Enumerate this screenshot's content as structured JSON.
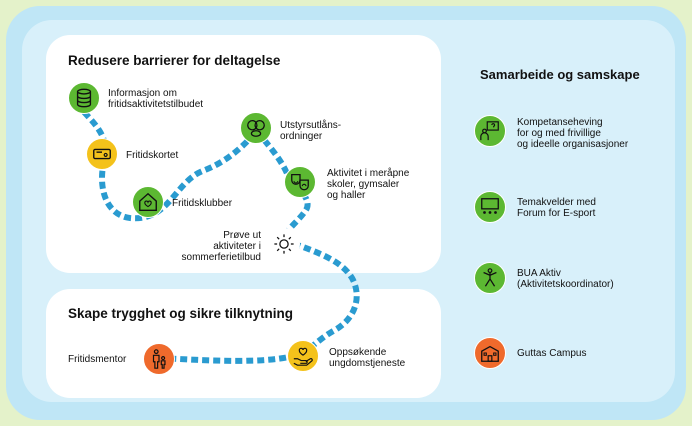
{
  "sections": {
    "barrier_title": "Redusere barrierer for deltagelse",
    "safety_title": "Skape trygghet og sikre tilknytning",
    "collab_title": "Samarbeide og samskape"
  },
  "barrier_items": {
    "info": "Informasjon om\nfritidsaktivitetstilbudet",
    "fritidskortet": "Fritidskortet",
    "fritidsklubber": "Fritidsklubber",
    "utstyr": "Utstyrsutlåns-\nordninger",
    "aktivitet": "Aktivitet i meråpne\nskoler, gymsaler\nog haller",
    "prove": "Prøve ut\naktiviteter i\nsommerferietilbud"
  },
  "safety_items": {
    "mentor": "Fritidsmentor",
    "oppsokende": "Oppsøkende\nungdomstjeneste"
  },
  "collab_items": {
    "kompetanse": "Kompetanseheving\nfor og med frivillige\nog ideelle organisasjoner",
    "temakvelder": "Temakvelder med\nForum for E-sport",
    "bua": "BUA Aktiv\n(Aktivitetskoordinator)",
    "guttas": "Guttas Campus"
  },
  "colors": {
    "green": "#5cb832",
    "yellow": "#f4c21b",
    "orange": "#ef6a2c",
    "dotted_path": "#2a9bd0",
    "background": "#e4f2ca"
  },
  "icons": [
    "database-icon",
    "card-icon",
    "house-heart-icon",
    "balls-icon",
    "theater-masks-icon",
    "sun-icon",
    "parent-child-icon",
    "hand-heart-icon",
    "presenter-icon",
    "screen-audience-icon",
    "gymnast-icon",
    "school-building-icon"
  ]
}
